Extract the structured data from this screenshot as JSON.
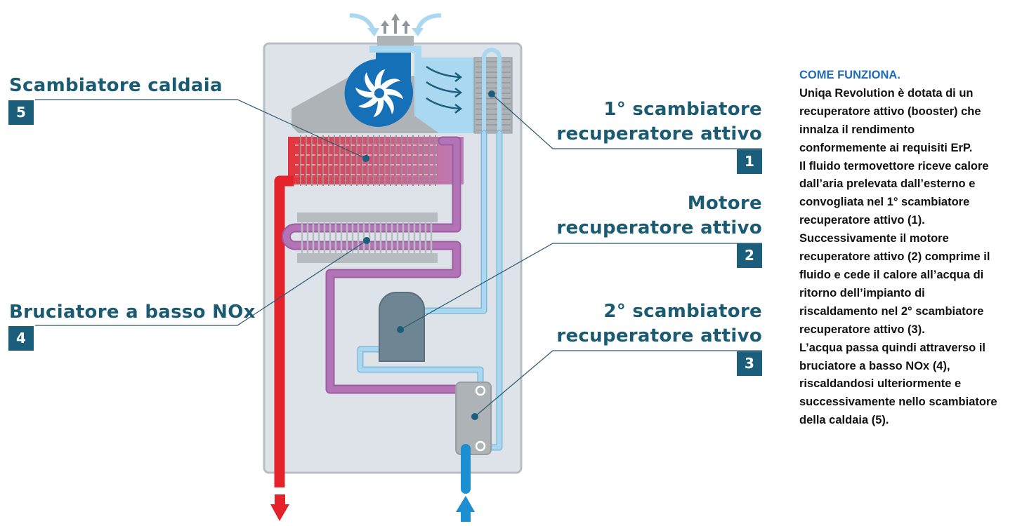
{
  "labels": {
    "scambiatore_caldaia": {
      "text": "Scambiatore caldaia",
      "number": "5"
    },
    "bruciatore": {
      "text": "Bruciatore a basso NOx",
      "number": "4"
    },
    "scambiatore_1": {
      "line1": "1° scambiatore",
      "line2": "recuperatore attivo",
      "number": "1"
    },
    "motore": {
      "line1": "Motore",
      "line2": "recuperatore attivo",
      "number": "2"
    },
    "scambiatore_2": {
      "line1": "2° scambiatore",
      "line2": "recuperatore attivo",
      "number": "3"
    }
  },
  "description": {
    "title": "COME FUNZIONA.",
    "lines": [
      "Uniqa Revolution è dotata di un",
      "recuperatore attivo (booster) che",
      "innalza il rendimento",
      "conformemente ai requisiti ErP.",
      "Il fluido termovettore riceve calore",
      "dall’aria prelevata dall’esterno e",
      "convogliata nel 1° scambiatore",
      "recuperatore attivo (1).",
      "Successivamente il motore",
      "recuperatore attivo (2) comprime il",
      "fluido e cede il calore all’acqua di",
      "ritorno dell’impianto di",
      "riscaldamento nel 2° scambiatore",
      "recuperatore attivo (3).",
      "L’acqua passa quindi attraverso il",
      "bruciatore a basso NOx (4),",
      "riscaldandosi ulteriormente e",
      "successivamente nello scambiatore",
      "della caldaia (5)."
    ]
  },
  "colors": {
    "label_text": "#1b5a73",
    "badge": "#1b5e7b",
    "hot_water": "#e3222a",
    "cold_water": "#1b8fd2",
    "refrigerant": "#b071b4",
    "air_pipe": "#aad8f0",
    "casing": "#dde3e8",
    "title_blue": "#1f6bb5"
  }
}
